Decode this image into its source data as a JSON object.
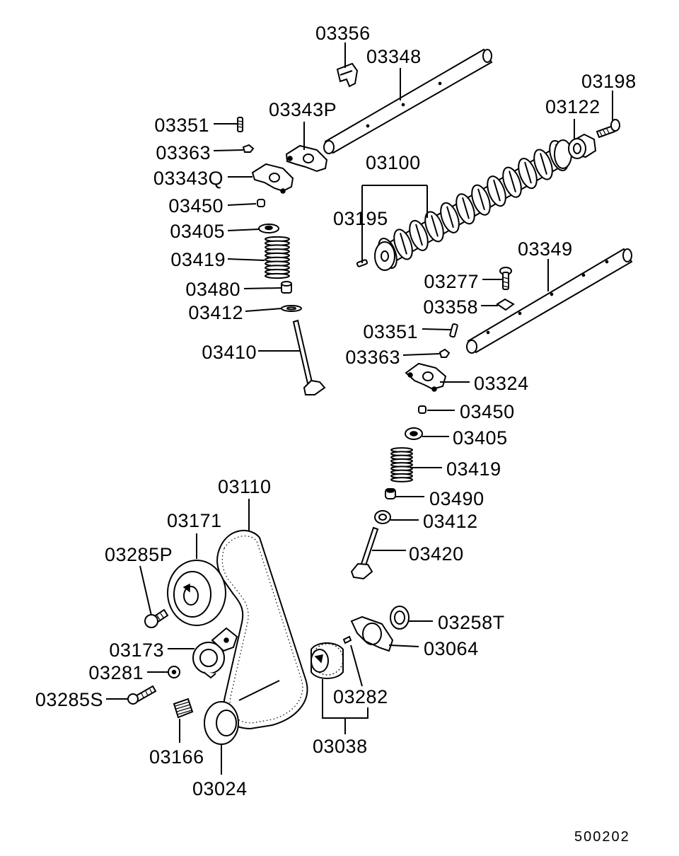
{
  "labels": {
    "p03356": "03356",
    "p03348": "03348",
    "p03198": "03198",
    "p03122": "03122",
    "p03343P": "03343P",
    "p03351a": "03351",
    "p03363a": "03363",
    "p03343Q": "03343Q",
    "p03450a": "03450",
    "p03405a": "03405",
    "p03419a": "03419",
    "p03480": "03480",
    "p03412a": "03412",
    "p03410": "03410",
    "p03100": "03100",
    "p03195": "03195",
    "p03349": "03349",
    "p03277": "03277",
    "p03358": "03358",
    "p03351b": "03351",
    "p03363b": "03363",
    "p03324": "03324",
    "p03450b": "03450",
    "p03405b": "03405",
    "p03419b": "03419",
    "p03490": "03490",
    "p03412b": "03412",
    "p03420": "03420",
    "p03110": "03110",
    "p03171": "03171",
    "p03285P": "03285P",
    "p03258T": "03258T",
    "p03064": "03064",
    "p03173": "03173",
    "p03281": "03281",
    "p03285S": "03285S",
    "p03282": "03282",
    "p03166": "03166",
    "p03038": "03038",
    "p03024": "03024"
  },
  "document_number": "500202"
}
